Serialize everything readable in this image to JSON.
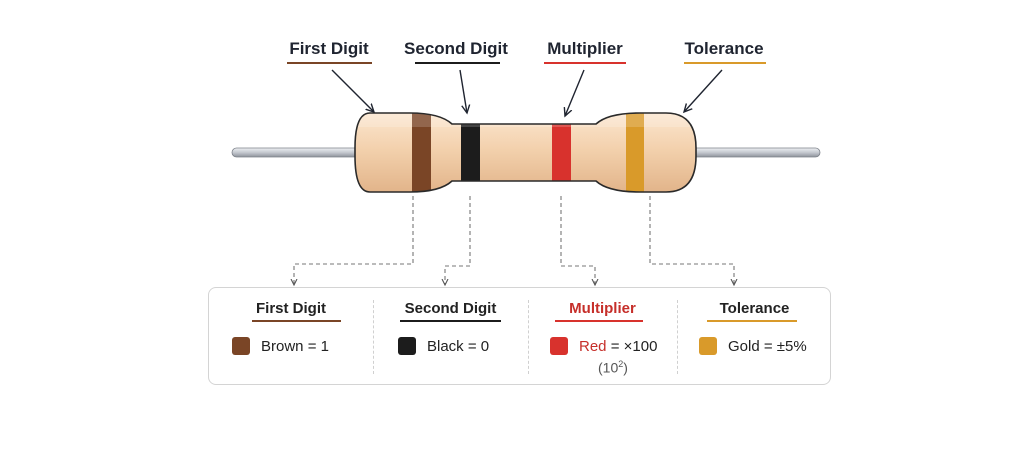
{
  "labels": {
    "first_digit": "First Digit",
    "second_digit": "Second Digit",
    "multiplier": "Multiplier",
    "tolerance": "Tolerance"
  },
  "colors": {
    "brown": "#7a4526",
    "black": "#1c1c1c",
    "red": "#d8322d",
    "gold": "#d99a2a",
    "body": "#f3d3b2",
    "lead": "#c9ccd2"
  },
  "legend": {
    "first": {
      "title": "First Digit",
      "color_name": "Brown",
      "value": "= 1"
    },
    "second": {
      "title": "Second Digit",
      "color_name": "Black",
      "value": "= 0"
    },
    "multiplier": {
      "title": "Multiplier",
      "color_name": "Red",
      "value": "= ×100",
      "note_open": "(10",
      "note_exp": "2",
      "note_close": ")"
    },
    "tolerance": {
      "title": "Tolerance",
      "color_name": "Gold",
      "value": "= ±5%"
    }
  }
}
